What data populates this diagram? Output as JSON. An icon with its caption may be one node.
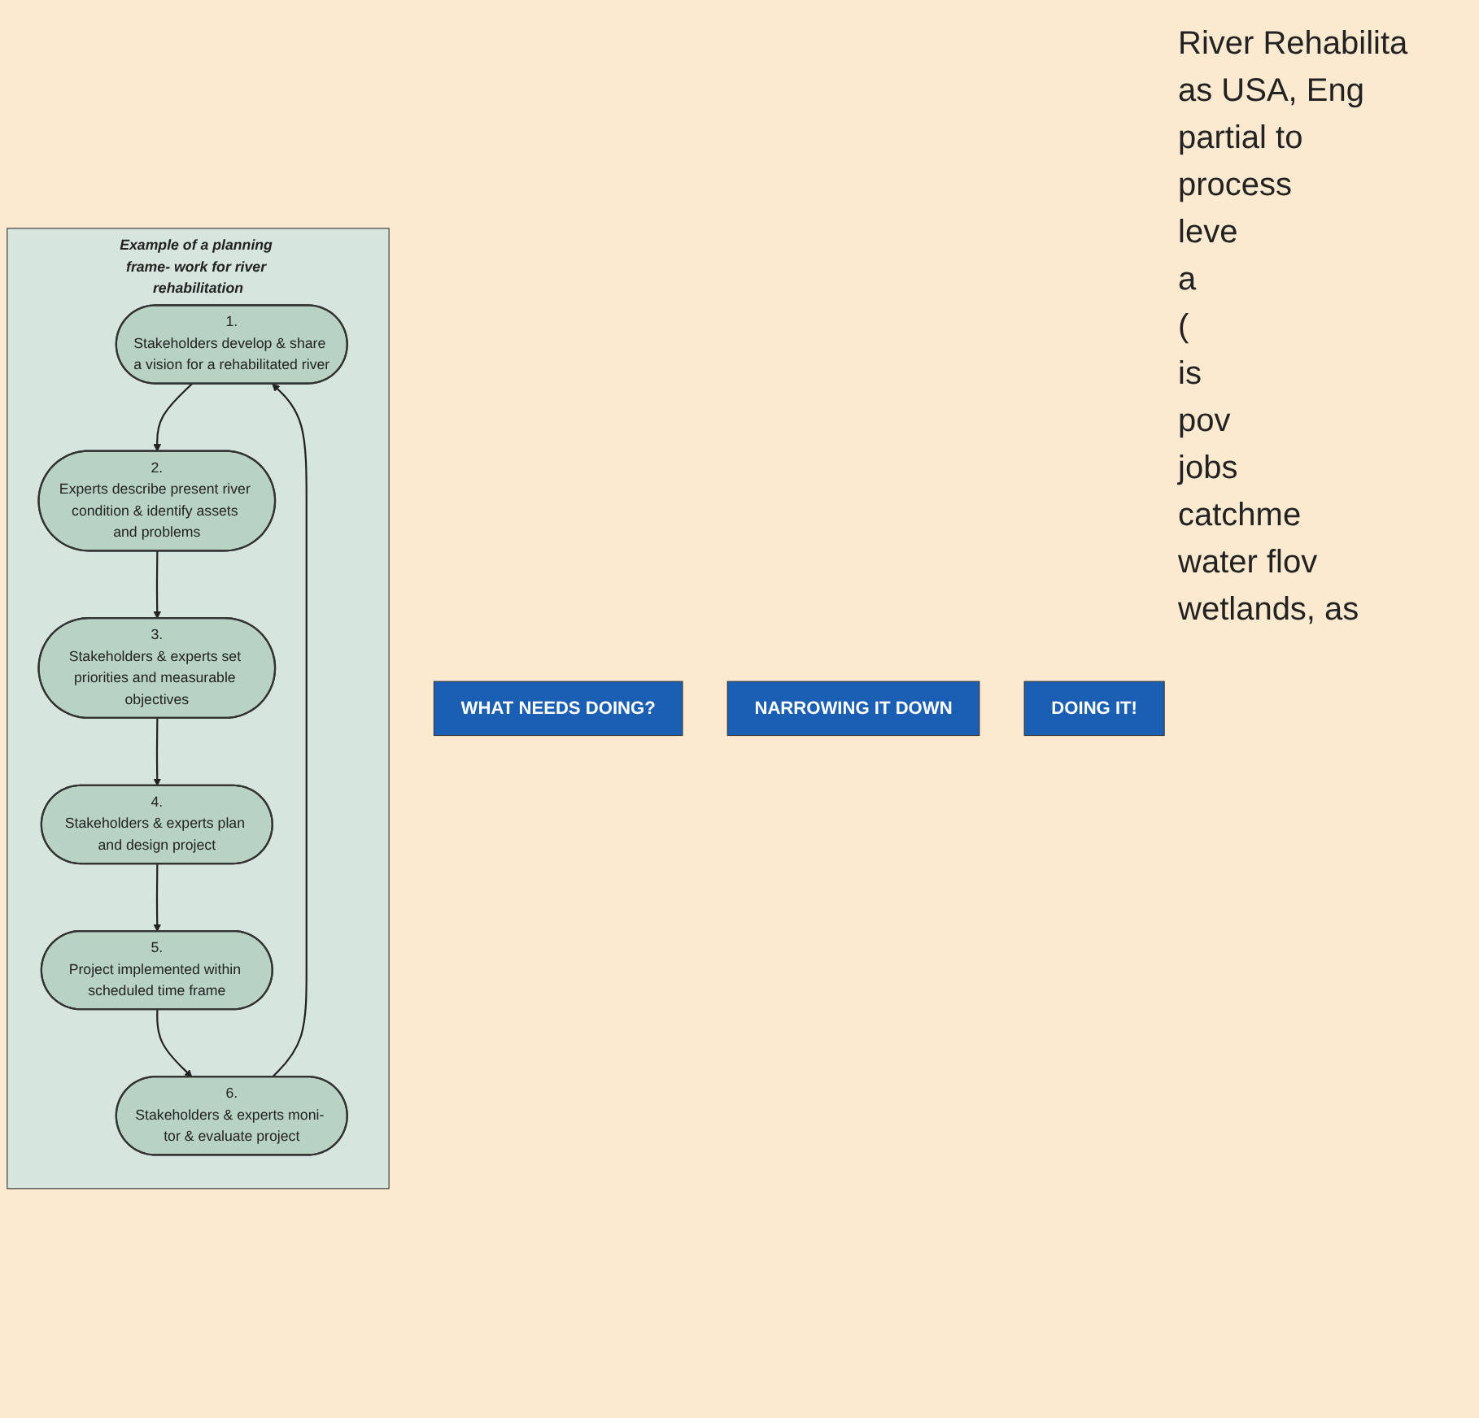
{
  "diagram": {
    "nodes": [
      {
        "text": [
          "WHAT NEEDS DOING?"
        ]
      },
      {
        "text": [
          "NARROWING IT DOWN"
        ]
      },
      {
        "text": [
          "DOING IT!"
        ]
      },
      {
        "text": [
          "Example of a planning frame- work for river rehabilitation"
        ]
      },
      {
        "text": [
          "1.",
          "Stakeholders develop & share a vision for a rehabilitated river"
        ],
        "in": 3
      },
      {
        "text": [
          "2.",
          "Experts describe present river condition & identify assets and problems"
        ],
        "in": 3
      },
      {
        "text": [
          "3.",
          "Stakeholders & experts set priorities and measurable objectives"
        ],
        "in": 3
      },
      {
        "text": [
          "4.",
          "Stakeholders & experts plan and design project"
        ],
        "in": 3
      },
      {
        "text": [
          "5.",
          "Project implemented within scheduled time frame"
        ],
        "in": 3
      },
      {
        "text": [
          "6.",
          "Stakeholders & experts moni- tor & evaluate project"
        ],
        "in": 3
      }
    ],
    "edges": [
      {
        "from": 4,
        "to": 5,
        "arrow": "to"
      },
      {
        "from": 5,
        "to": 6,
        "arrow": "to"
      },
      {
        "from": 6,
        "to": 7,
        "arrow": "to"
      },
      {
        "from": 7,
        "to": 8,
        "arrow": "to"
      },
      {
        "from": 8,
        "to": 9,
        "arrow": "to"
      },
      {
        "from": 9,
        "to": 4,
        "arrow": "to"
      }
    ],
    "labels": [
      "River Rehabilita",
      "as USA, Eng",
      "partial to",
      "process",
      "leve",
      "a",
      "(",
      "is",
      "pov",
      "jobs",
      "catchme",
      "water flov",
      "wetlands, as"
    ]
  }
}
